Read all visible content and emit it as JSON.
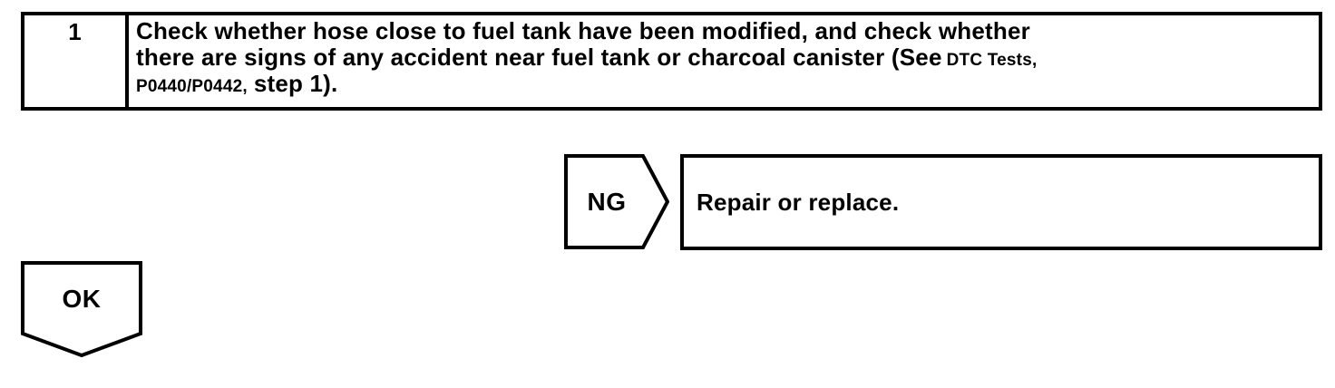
{
  "colors": {
    "ink": "#000000",
    "paper": "#ffffff"
  },
  "step": {
    "number": "1",
    "line1": "Check whether hose close to fuel tank have been modified, and check whether",
    "line2_main": "there are signs of any accident near fuel tank or charcoal canister (See",
    "line2_ref": "DTC Tests,",
    "line3_ref": "P0440/P0442,",
    "line3_tail": "step 1)."
  },
  "ng": {
    "label": "NG",
    "action": "Repair or replace."
  },
  "ok": {
    "label": "OK"
  }
}
